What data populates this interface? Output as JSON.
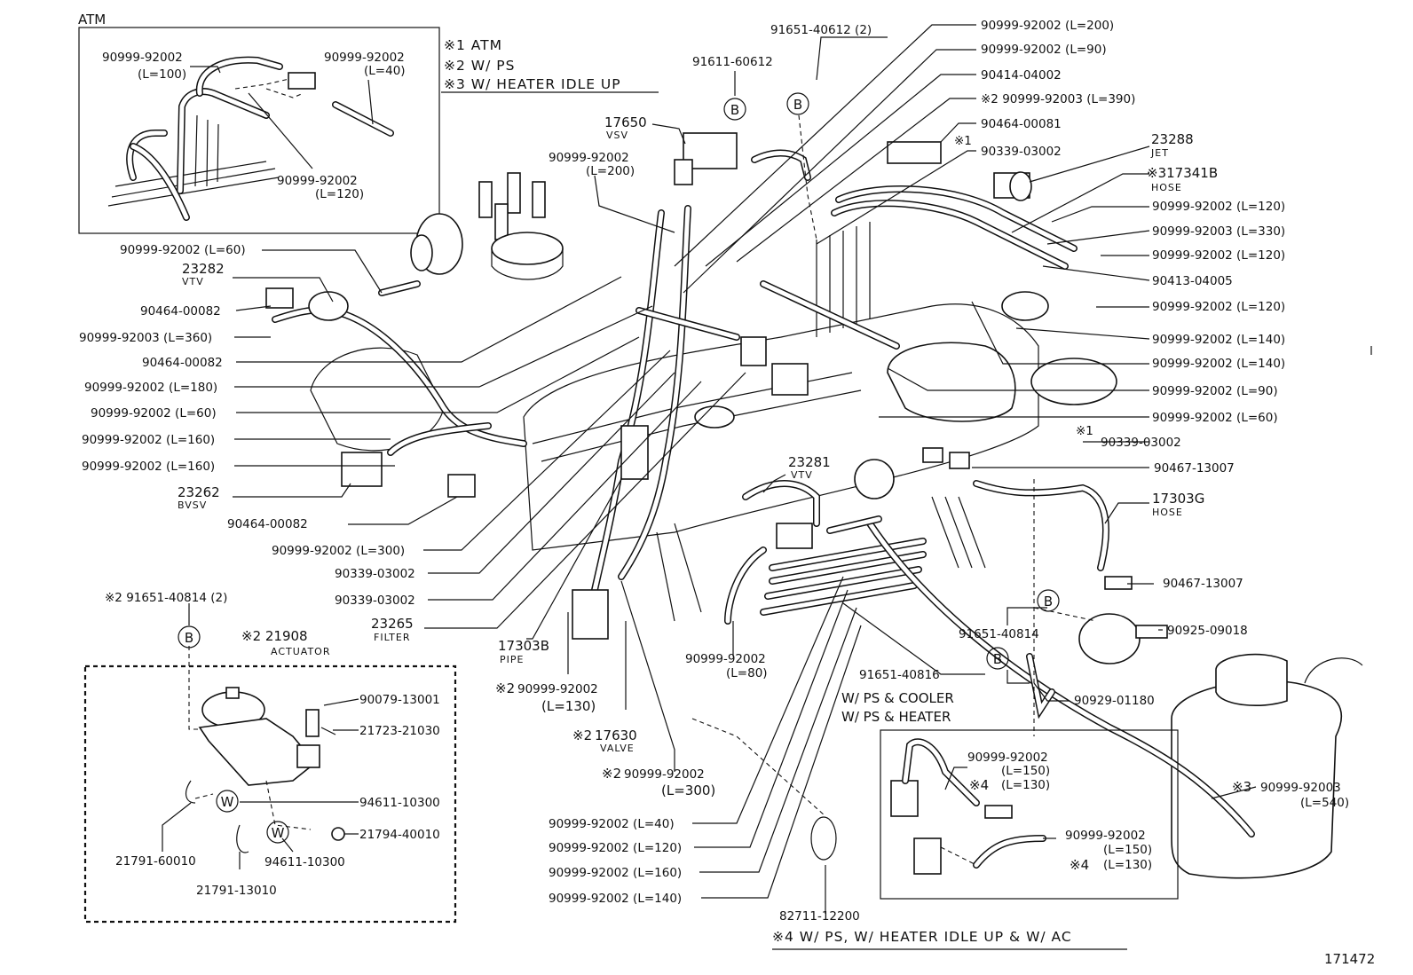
{
  "labels": {
    "l01": "ATM",
    "l02": "90999-92002",
    "l03": "(L=100)",
    "l04": "90999-92002",
    "l05": "(L=40)",
    "l06": "90999-92002",
    "l07": "(L=120)",
    "l08": "※1 ATM",
    "l09": "※2 W/ PS",
    "l10": "※3 W/ HEATER IDLE UP",
    "l11": "91651-40612 (2)",
    "l12": "91611-60612",
    "l13": "17650",
    "l14": "VSV",
    "l15": "90999-92002",
    "l16": "(L=200)",
    "l17": "90999-92002 (L=200)",
    "l18": "90999-92002 (L=90)",
    "l19": "90414-04002",
    "l20": "※2 90999-92003 (L=390)",
    "l21": "90464-00081",
    "l22": "※1",
    "l23": "90339-03002",
    "l24": "23288",
    "l25": "JET",
    "l26": "※317341B",
    "l27": "HOSE",
    "l28": "90999-92002 (L=120)",
    "l29": "90999-92003 (L=330)",
    "l30": "90999-92002 (L=120)",
    "l31": "90413-04005",
    "l32": "90999-92002 (L=120)",
    "l33": "90999-92002 (L=140)",
    "l34": "90999-92002 (L=140)",
    "l35": "90999-92002 (L=90)",
    "l36": "90999-92002 (L=60)",
    "l37": "※1",
    "l38": "90339-03002",
    "l39": "90467-13007",
    "l40": "17303G",
    "l41": "HOSE",
    "l42": "90467-13007",
    "l43": "90925-09018",
    "l44": "91651-40814",
    "l45": "91651-40816",
    "l46": "90929-01180",
    "l47": "W/ PS & COOLER",
    "l48": "W/ PS & HEATER",
    "l49": "90999-92002",
    "l50": "(L=150)",
    "l51": "※4",
    "l52": "(L=130)",
    "l53": "90999-92002",
    "l54": "(L=150)",
    "l55": "※4",
    "l56": "(L=130)",
    "l57": "※3",
    "l58": "90999-92003",
    "l59": "(L=540)",
    "l60": "90999-92002 (L=60)",
    "l61": "23282",
    "l62": "VTV",
    "l63": "90464-00082",
    "l64": "90999-92003 (L=360)",
    "l65": "90464-00082",
    "l66": "90999-92002 (L=180)",
    "l67": "90999-92002 (L=60)",
    "l68": "90999-92002 (L=160)",
    "l69": "90999-92002 (L=160)",
    "l70": "23262",
    "l71": "BVSV",
    "l72": "90464-00082",
    "l73": "90999-92002 (L=300)",
    "l74": "90339-03002",
    "l75": "90339-03002",
    "l76": "23265",
    "l77": "FILTER",
    "l78": "17303B",
    "l79": "PIPE",
    "l80": "23281",
    "l81": "VTV",
    "l82": "90999-92002",
    "l83": "(L=80)",
    "l84": "※2",
    "l85": "90999-92002",
    "l86": "(L=130)",
    "l87": "※2",
    "l88": "17630",
    "l89": "VALVE",
    "l90": "※2",
    "l91": "90999-92002",
    "l92": "(L=300)",
    "l93": "90999-92002 (L=40)",
    "l94": "90999-92002 (L=120)",
    "l95": "90999-92002 (L=160)",
    "l96": "90999-92002 (L=140)",
    "l97": "82711-12200",
    "l98": "※4 W/ PS, W/ HEATER IDLE UP & W/ AC",
    "l99": "171472",
    "m01": "※2 91651-40814 (2)",
    "m02": "※2 21908",
    "m03": "ACTUATOR",
    "m04": "90079-13001",
    "m05": "21723-21030",
    "m06": "94611-10300",
    "m07": "21794-40010",
    "m08": "21791-60010",
    "m09": "94611-10300",
    "m10": "21791-13010"
  },
  "circle_marks": {
    "b": "B",
    "w": "W"
  }
}
